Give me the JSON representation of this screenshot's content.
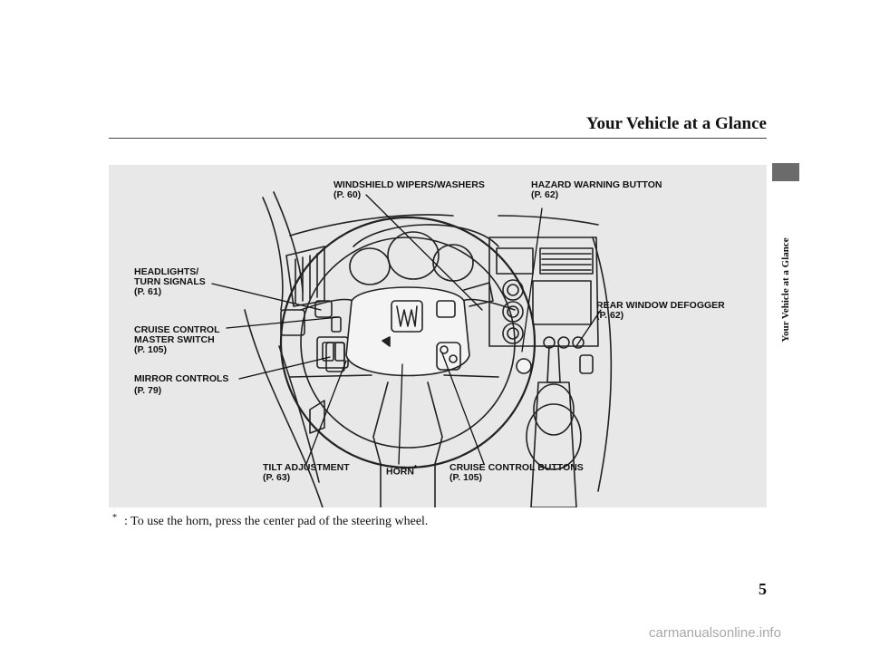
{
  "header": {
    "title": "Your Vehicle at a Glance"
  },
  "side_tab": {
    "label": "Your Vehicle at a Glance"
  },
  "callouts": {
    "wipers": {
      "label": "WINDSHIELD WIPERS/WASHERS",
      "page": "(P. 60)"
    },
    "hazard": {
      "label": "HAZARD WARNING BUTTON",
      "page": "(P. 62)"
    },
    "headlights": {
      "label1": "HEADLIGHTS/",
      "label2": "TURN SIGNALS",
      "page": "(P. 61)"
    },
    "defogger": {
      "label": "REAR WINDOW DEFOGGER",
      "page": "(P. 62)"
    },
    "cruise_master": {
      "label1": "CRUISE CONTROL",
      "label2": "MASTER SWITCH",
      "page": "(P. 105)"
    },
    "mirror": {
      "label": "MIRROR CONTROLS",
      "page": "(P. 79)"
    },
    "tilt": {
      "label": "TILT ADJUSTMENT",
      "page": "(P. 63)"
    },
    "horn": {
      "label": "HORN",
      "mark": "*"
    },
    "cruise_buttons": {
      "label": "CRUISE CONTROL BUTTONS",
      "page": "(P. 105)"
    }
  },
  "footnote": {
    "mark": "*",
    "text": ":   To use the horn, press the center pad of the steering wheel."
  },
  "page_number": "5",
  "watermark": "carmanualsonline.info"
}
